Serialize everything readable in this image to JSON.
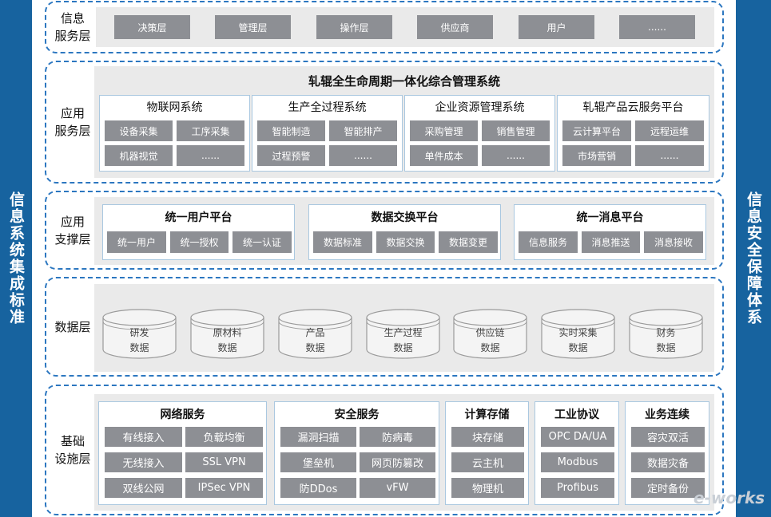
{
  "left_side": "信息系统集成标准",
  "right_side": "信息安全保障体系",
  "info_service": {
    "name": "信息\n服务层",
    "items": [
      "决策层",
      "管理层",
      "操作层",
      "供应商",
      "用户",
      "......"
    ]
  },
  "app_layer": {
    "name": "应用\n服务层",
    "title": "轧辊全生命周期一体化综合管理系统",
    "systems": [
      {
        "title": "物联网系统",
        "items": [
          "设备采集",
          "工序采集",
          "机器视觉",
          "......"
        ]
      },
      {
        "title": "生产全过程系统",
        "items": [
          "智能制造",
          "智能排产",
          "过程预警",
          "......"
        ]
      },
      {
        "title": "企业资源管理系统",
        "items": [
          "采购管理",
          "销售管理",
          "单件成本",
          "......"
        ]
      },
      {
        "title": "轧辊产品云服务平台",
        "items": [
          "云计算平台",
          "远程运维",
          "市场营销",
          "......"
        ]
      }
    ]
  },
  "support_layer": {
    "name": "应用\n支撑层",
    "platforms": [
      {
        "title": "统一用户平台",
        "items": [
          "统一用户",
          "统一授权",
          "统一认证"
        ]
      },
      {
        "title": "数据交换平台",
        "items": [
          "数据标准",
          "数据交换",
          "数据变更"
        ]
      },
      {
        "title": "统一消息平台",
        "items": [
          "信息服务",
          "消息推送",
          "消息接收"
        ]
      }
    ]
  },
  "data_layer": {
    "name": "数据层",
    "items": [
      "研发\n数据",
      "原材料\n数据",
      "产品\n数据",
      "生产过程\n数据",
      "供应链\n数据",
      "实时采集\n数据",
      "财务\n数据"
    ]
  },
  "infra_layer": {
    "name": "基础\n设施层",
    "groups": [
      {
        "title": "网络服务",
        "items": [
          "有线接入",
          "负载均衡",
          "无线接入",
          "SSL VPN",
          "双线公网",
          "IPSec VPN"
        ]
      },
      {
        "title": "安全服务",
        "items": [
          "漏洞扫描",
          "防病毒",
          "堡垒机",
          "网页防篡改",
          "防DDos",
          "vFW"
        ]
      },
      {
        "title": "计算存储",
        "items": [
          "块存储",
          "云主机",
          "物理机"
        ]
      },
      {
        "title": "工业协议",
        "items": [
          "OPC DA/UA",
          "Modbus",
          "Profibus"
        ]
      },
      {
        "title": "业务连续",
        "items": [
          "容灾双活",
          "数据灾备",
          "定时备份"
        ]
      }
    ]
  },
  "watermark": "e-works"
}
